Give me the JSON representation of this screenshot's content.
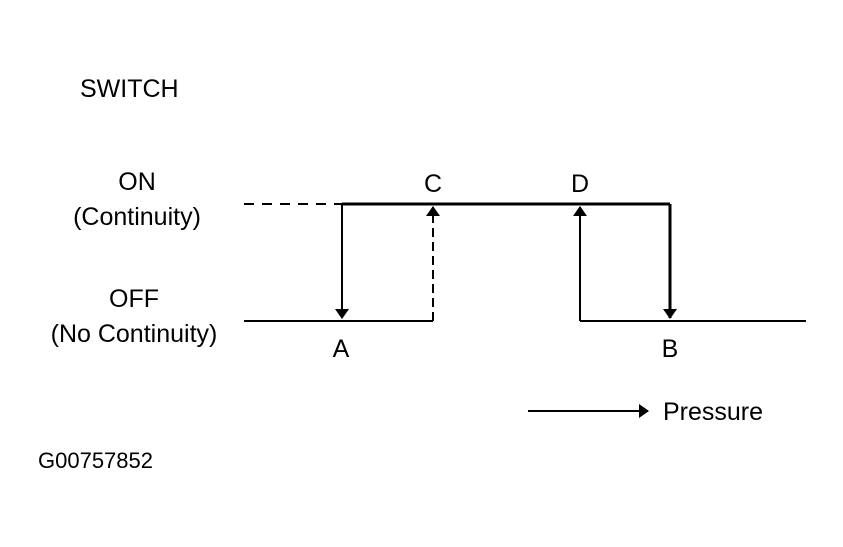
{
  "diagram": {
    "title": "SWITCH",
    "states": {
      "on": {
        "label": "ON",
        "sublabel": "(Continuity)"
      },
      "off": {
        "label": "OFF",
        "sublabel": "(No Continuity)"
      }
    },
    "points": {
      "a": "A",
      "b": "B",
      "c": "C",
      "d": "D"
    },
    "axis_label": "Pressure",
    "figure_code": "G00757852",
    "line_color": "#000000"
  }
}
